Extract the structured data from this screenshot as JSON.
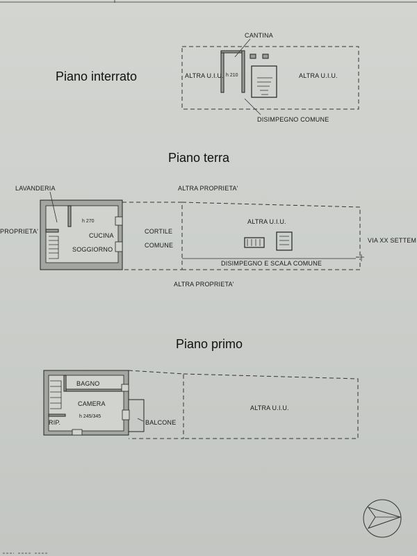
{
  "levels": {
    "basement": {
      "title": "Piano interrato",
      "labels": {
        "cantina": "CANTINA",
        "altra_uiu_left": "ALTRA U.I.U.",
        "altra_uiu_right": "ALTRA U.I.U.",
        "height": "h 210",
        "disimpegno": "DISIMPEGNO COMUNE"
      }
    },
    "ground": {
      "title": "Piano terra",
      "labels": {
        "lavanderia": "LAVANDERIA",
        "altra_proprieta_top": "ALTRA PROPRIETA'",
        "altra_proprieta_left": "PROPRIETA'",
        "height": "h 270",
        "cucina": "CUCINA",
        "soggiorno": "SOGGIORNO",
        "cortile": "CORTILE",
        "comune": "COMUNE",
        "altra_uiu": "ALTRA U.I.U.",
        "via": "VIA XX SETTEM",
        "disimpegno_scala": "DISIMPEGNO E SCALA COMUNE",
        "altra_proprieta_bottom": "ALTRA PROPRIETA'"
      }
    },
    "first": {
      "title": "Piano primo",
      "labels": {
        "bagno": "BAGNO",
        "camera": "CAMERA",
        "height": "h 245/345",
        "rip": "RIP.",
        "balcone": "BALCONE",
        "altra_uiu": "ALTRA U.I.U."
      }
    }
  },
  "compass": {
    "icon": "north-arrow-icon"
  }
}
